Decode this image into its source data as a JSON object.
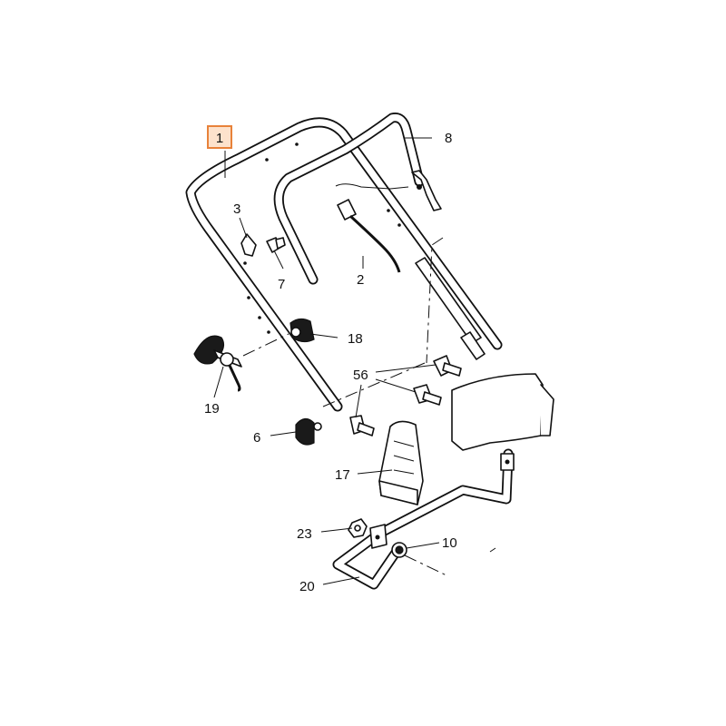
{
  "diagram": {
    "callouts": [
      {
        "id": "1",
        "label": "1",
        "highlighted": true
      },
      {
        "id": "2",
        "label": "2"
      },
      {
        "id": "3",
        "label": "3"
      },
      {
        "id": "6",
        "label": "6"
      },
      {
        "id": "7",
        "label": "7"
      },
      {
        "id": "8",
        "label": "8"
      },
      {
        "id": "10",
        "label": "10"
      },
      {
        "id": "17",
        "label": "17"
      },
      {
        "id": "18",
        "label": "18"
      },
      {
        "id": "19",
        "label": "19"
      },
      {
        "id": "20",
        "label": "20"
      },
      {
        "id": "23",
        "label": "23"
      },
      {
        "id": "56",
        "label": "56"
      }
    ],
    "colors": {
      "highlight_border": "#e8823a",
      "highlight_fill": "#fde2cc",
      "line": "#111111"
    }
  }
}
